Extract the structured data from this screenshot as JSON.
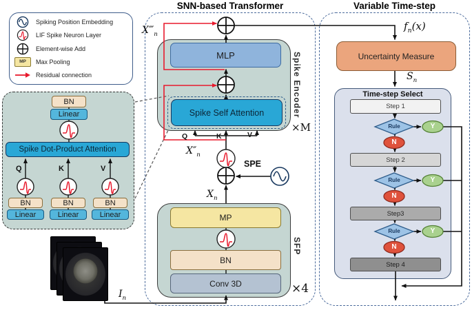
{
  "legend": {
    "items": [
      {
        "label": "Spiking Position Embedding"
      },
      {
        "label": "LIF Spike Neuron Layer"
      },
      {
        "label": "Element-wise Add"
      },
      {
        "label": "Max Pooling",
        "icon_text": "MP"
      },
      {
        "label": "Residual connection"
      }
    ]
  },
  "detail": {
    "out_bn": "BN",
    "out_linear": "Linear",
    "title": "Spike Dot-Product Attention",
    "branches": [
      {
        "tag": "Q",
        "bn": "BN",
        "linear": "Linear"
      },
      {
        "tag": "K",
        "bn": "BN",
        "linear": "Linear"
      },
      {
        "tag": "V",
        "bn": "BN",
        "linear": "Linear"
      }
    ]
  },
  "transformer": {
    "title": "SNN-based Transformer",
    "mlp": "MLP",
    "attention": "Spike Self Attention",
    "encoder_label": "Spike Encoder",
    "encoder_mult": "×M",
    "qkv": [
      "Q",
      "K",
      "V"
    ],
    "spe": "SPE",
    "mp": "MP",
    "bn": "BN",
    "conv": "Conv 3D",
    "sfp_label": "SFP",
    "sfp_mult": "×4"
  },
  "timestep": {
    "title": "Variable Time-step",
    "uncertainty": "Uncertainty Measure",
    "select_title": "Time-step Select",
    "steps": [
      "Step 1",
      "Step 2",
      "Step3",
      "Step 4"
    ],
    "rule": "Rule",
    "yes": "Y",
    "no": "N"
  },
  "math": {
    "x3": {
      "base": "X‴",
      "sub": "n"
    },
    "x2": {
      "base": "X″",
      "sub": "n"
    },
    "xn": {
      "base": "X",
      "sub": "n"
    },
    "in": {
      "base": "I",
      "sub": "n"
    },
    "fn": {
      "pre": "f",
      "sub": "n",
      "post": "(x)"
    },
    "sn": {
      "base": "S",
      "sub": "n"
    }
  },
  "colors": {
    "residual_red": "#e8192c",
    "teal_panel": "#c5d6d2",
    "attention_blue": "#29a7d6",
    "mlp_blue": "#8fb4dc",
    "bn_tan": "#f4e1c8",
    "mp_yellow": "#f5e6a2",
    "conv_gray": "#b4c2d2",
    "uncertainty_orange": "#eba57d",
    "yes_green": "#a9d18e",
    "no_red": "#df523c",
    "rule_blue": "#9dc3e6"
  }
}
